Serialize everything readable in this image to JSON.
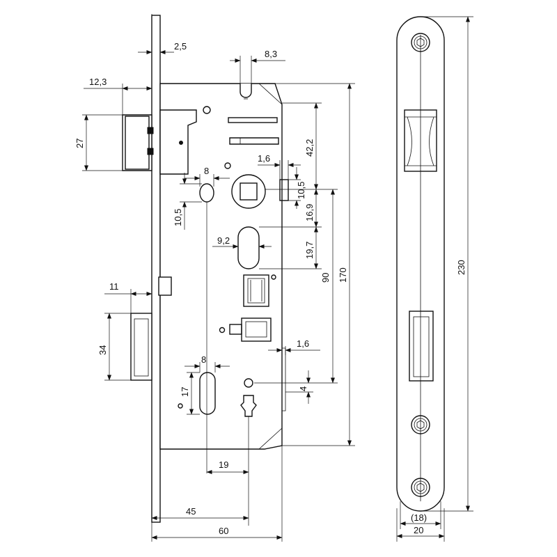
{
  "dimensions": {
    "faceplate_thickness": "2,5",
    "handle_offset_top": "8,3",
    "latch_projection": "12,3",
    "latch_height": "27",
    "top_to_spindle": "42,2",
    "small_offset_top": "1,6",
    "follower_hole_width": "8",
    "follower_hole_height": "10,5",
    "follower_right_height": "10,5",
    "spindle_to_slot": "16,9",
    "slot_width": "9,2",
    "slot_height": "19,7",
    "spindle_to_key": "90",
    "case_height": "170",
    "deadbolt_projection": "11",
    "deadbolt_height": "34",
    "small_offset_bottom": "1,6",
    "lower_hole_width": "8",
    "lower_hole_height": "17",
    "key_offset": "4",
    "lower_hole_to_key": "19",
    "backset": "45",
    "case_depth": "60",
    "strike_length": "230",
    "strike_inner_width": "(18)",
    "strike_width": "20"
  }
}
